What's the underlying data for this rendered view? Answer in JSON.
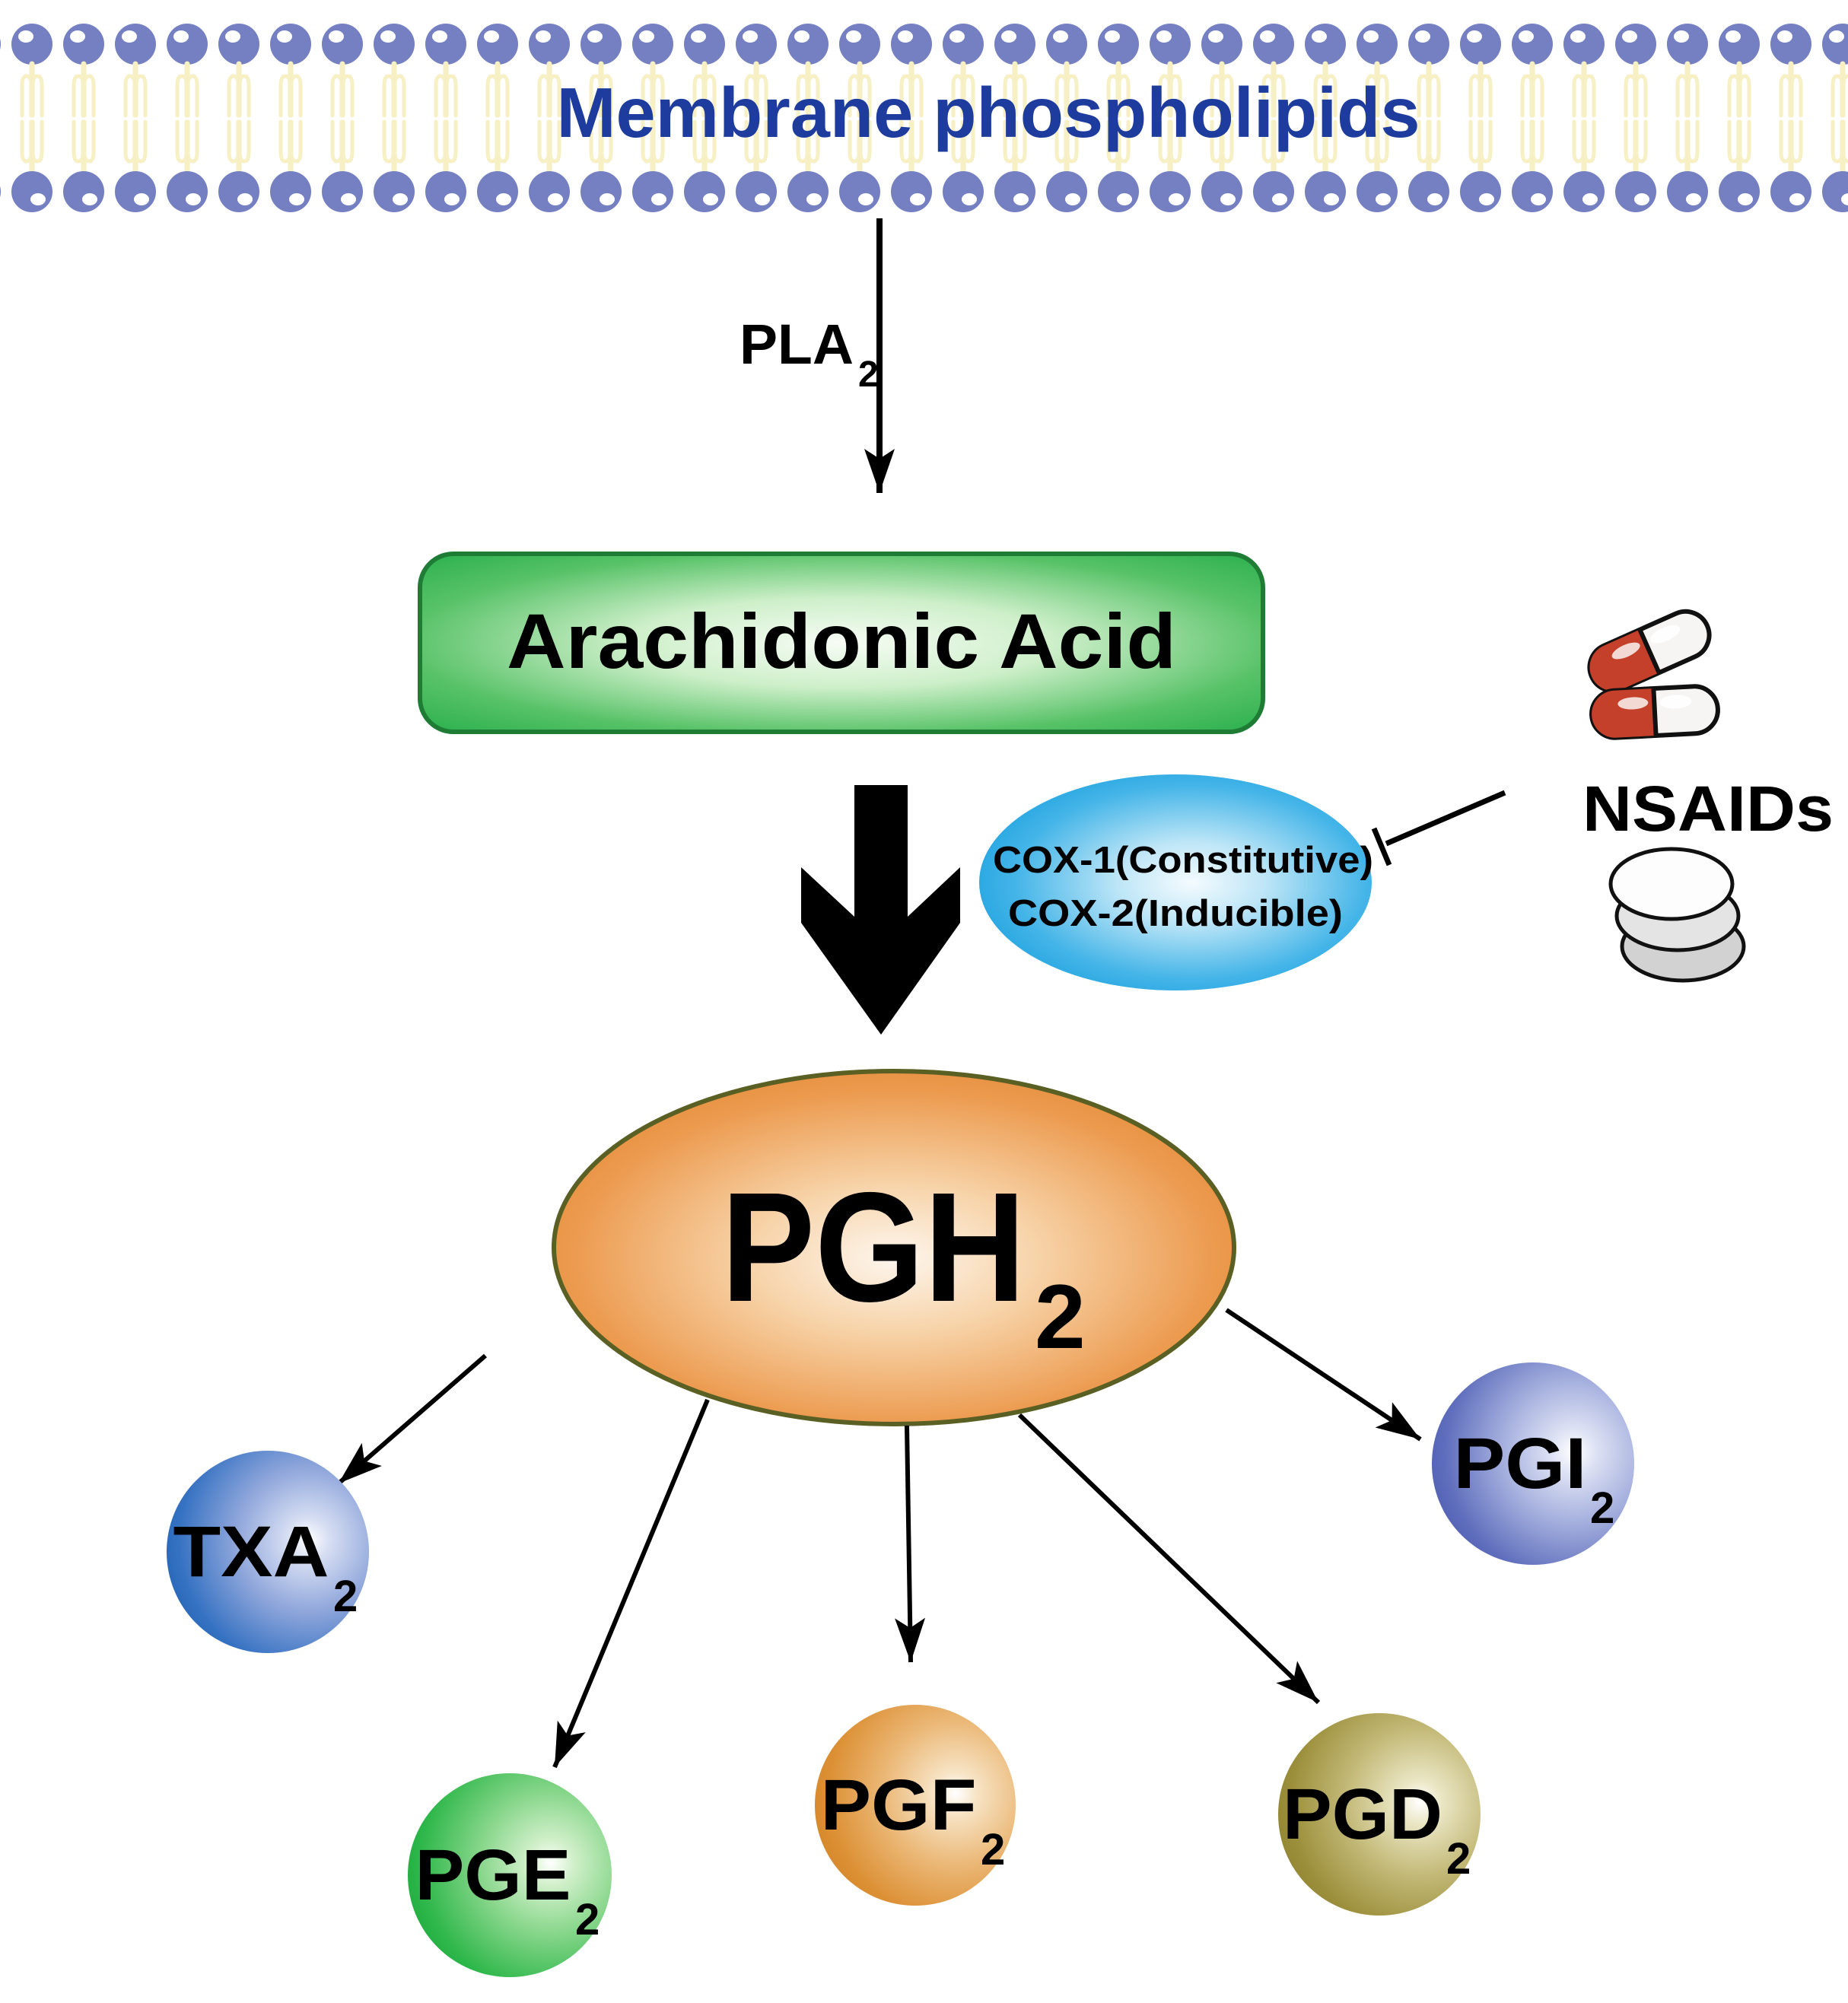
{
  "membrane": {
    "title": "Membrane phospholipids"
  },
  "enzymes": {
    "pla2": {
      "base": "PLA",
      "sub": "2"
    },
    "cox": {
      "line1": "COX-1(Constitutive)",
      "line2": "COX-2(Inducible)"
    }
  },
  "nodes": {
    "arachidonic": {
      "label": "Arachidonic Acid"
    },
    "pgh2": {
      "base": "PGH",
      "sub": "2"
    },
    "txa2": {
      "base": "TXA",
      "sub": "2"
    },
    "pge2": {
      "base": "PGE",
      "sub": "2"
    },
    "pgf2": {
      "base": "PGF",
      "sub": "2"
    },
    "pgd2": {
      "base": "PGD",
      "sub": "2"
    },
    "pgi2": {
      "base": "PGI",
      "sub": "2"
    }
  },
  "inhibitor": {
    "label": "NSAIDs",
    "icons": [
      "capsule-pills",
      "tablet-stack"
    ],
    "action": "inhibits COX-1/COX-2"
  },
  "colors": {
    "membrane_head": "#7580C2",
    "membrane_tail": "#F7F0C4",
    "title_blue": "#1D3C9E",
    "arachidonic_green": "#2CB153",
    "arachidonic_border": "#1E7C35",
    "cox_blue": "#189FDE",
    "pgh_orange": "#E08431",
    "pgh_border": "#5A5F23",
    "txa_blue": "#1E62B4",
    "pge_green": "#1CA93C",
    "pgf_orange": "#D08327",
    "pgd_olive": "#8F822F",
    "pgi_periwinkle": "#4C5BAE",
    "capsule_red": "#C4402A",
    "arrow_black": "#000000"
  }
}
